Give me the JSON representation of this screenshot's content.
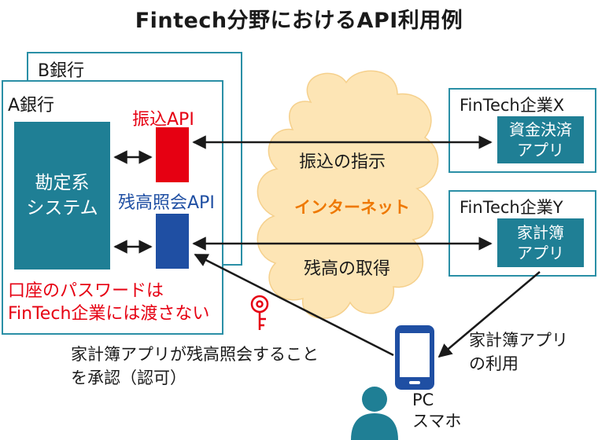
{
  "title": "Fintech分野におけるAPI利用例",
  "bank_b": {
    "label": "B銀行"
  },
  "bank_a": {
    "label": "A銀行"
  },
  "core_system": {
    "line1": "勘定系",
    "line2": "システム"
  },
  "transfer_api": {
    "label": "振込API",
    "color": "#e60012"
  },
  "balance_api": {
    "label": "残高照会API",
    "color": "#1f4fa3"
  },
  "password_note": {
    "line1": "口座のパスワードは",
    "line2": "FinTech企業には渡さない"
  },
  "cloud": {
    "transfer_text": "振込の指示",
    "internet_text": "インターネット",
    "balance_text": "残高の取得"
  },
  "fintech_x": {
    "label": "FinTech企業X",
    "app_line1": "資金決済",
    "app_line2": "アプリ"
  },
  "fintech_y": {
    "label": "FinTech企業Y",
    "app_line1": "家計簿",
    "app_line2": "アプリ"
  },
  "approval_note": {
    "line1": "家計簿アプリが残高照会すること",
    "line2": "を承認（認可）"
  },
  "usage_note": {
    "line1": "家計簿アプリ",
    "line2": "の利用"
  },
  "device": {
    "line1": "PC",
    "line2": "スマホ"
  },
  "icons": [
    "key-icon",
    "smartphone-icon",
    "user-icon",
    "cloud-shape"
  ],
  "colors": {
    "teal": "#1f7f95",
    "border": "#2a8fa6",
    "red": "#e60012",
    "blue": "#1f4fa3",
    "orange": "#ee7800",
    "cloud": "#fde5b5"
  }
}
